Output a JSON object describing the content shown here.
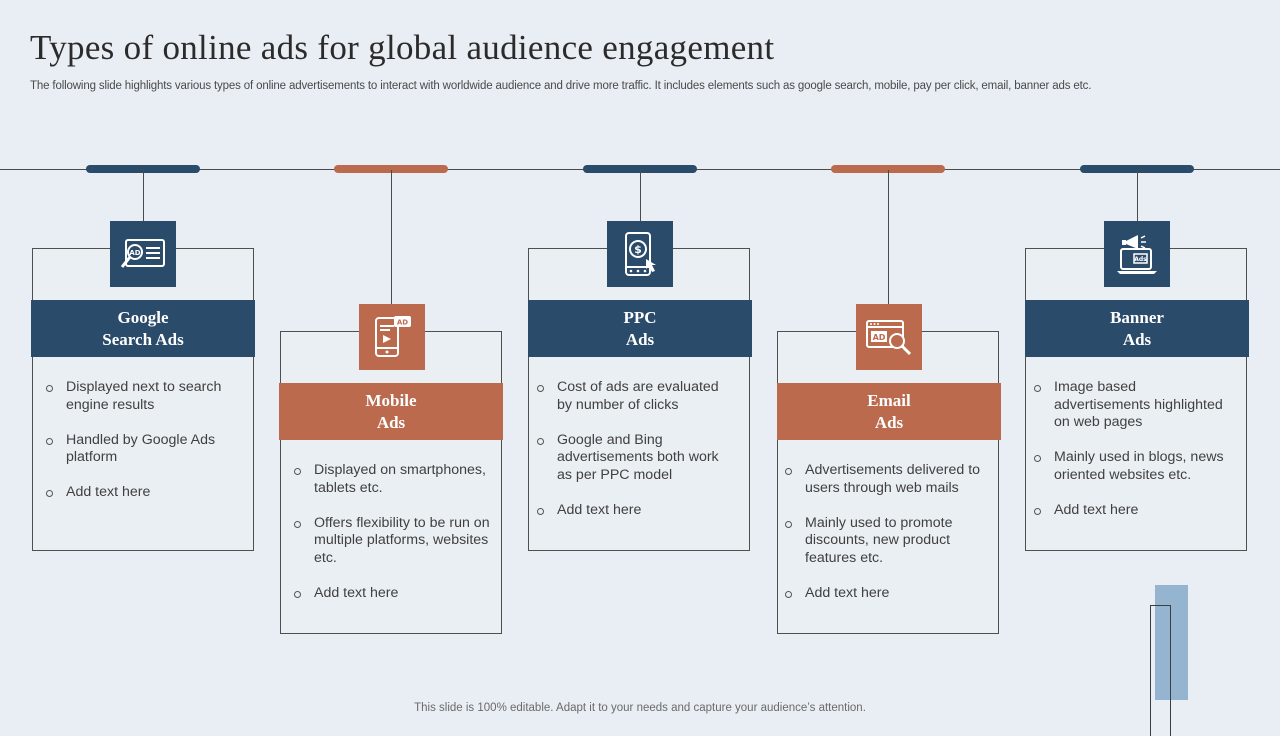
{
  "slide": {
    "title": "Types of online ads for global audience engagement",
    "subtitle": "The following slide highlights various types of online advertisements to interact with worldwide audience and drive more traffic. It includes elements such as google search, mobile, pay per click, email, banner ads etc.",
    "footer": "This slide is 100% editable. Adapt it to your needs and capture your audience’s attention."
  },
  "colors": {
    "navy": "#2b4b6b",
    "rust": "#bb6a4e",
    "background": "#e9eef4",
    "accent_light": "#95b4d0"
  },
  "cards": [
    {
      "header": "Google\nSearch Ads",
      "icon": "ad-search-icon",
      "bullets": [
        "Displayed next to search engine results",
        "Handled by Google Ads platform",
        "Add text here"
      ]
    },
    {
      "header": "Mobile\nAds",
      "icon": "mobile-ad-icon",
      "bullets": [
        "Displayed on smartphones, tablets etc.",
        "Offers flexibility to be run on multiple platforms, websites etc.",
        "Add text here"
      ]
    },
    {
      "header": "PPC\nAds",
      "icon": "pay-per-click-icon",
      "bullets": [
        "Cost of ads are evaluated by number of clicks",
        "Google and Bing advertisements both work as per PPC model",
        "Add text here"
      ]
    },
    {
      "header": "Email\nAds",
      "icon": "email-ad-icon",
      "bullets": [
        "Advertisements delivered to users through web mails",
        "Mainly used to promote discounts, new product features etc.",
        "Add text here"
      ]
    },
    {
      "header": "Banner\nAds",
      "icon": "banner-ad-icon",
      "bullets": [
        "Image based advertisements highlighted on web pages",
        "Mainly used in blogs, news oriented websites etc.",
        "Add text here"
      ]
    }
  ]
}
